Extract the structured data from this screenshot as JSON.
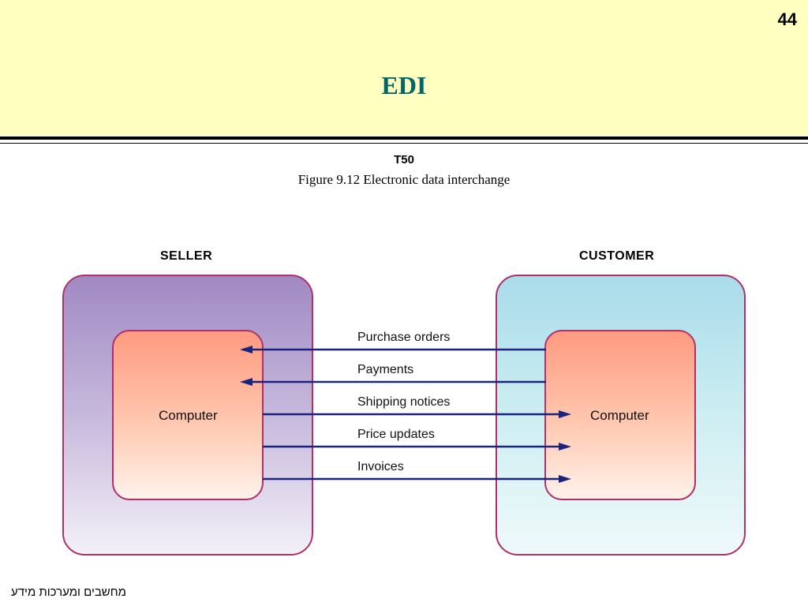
{
  "slide": {
    "number": "44",
    "title": "EDI",
    "footer": "מחשבים ומערכות מידע"
  },
  "figure": {
    "code": "T50",
    "caption": "Figure 9.12  Electronic data interchange"
  },
  "diagram": {
    "seller_label": "SELLER",
    "customer_label": "CUSTOMER",
    "seller_computer": "Computer",
    "customer_computer": "Computer",
    "flows": [
      {
        "label": "Purchase orders",
        "direction": "to-seller"
      },
      {
        "label": "Payments",
        "direction": "to-seller"
      },
      {
        "label": "Shipping notices",
        "direction": "to-customer"
      },
      {
        "label": "Price updates",
        "direction": "to-customer"
      },
      {
        "label": "Invoices",
        "direction": "to-customer"
      }
    ]
  },
  "colors": {
    "title": "#006666",
    "header_bg": "#ffffc0",
    "arrow": "#1a237e",
    "box_border": "#b0306a"
  }
}
